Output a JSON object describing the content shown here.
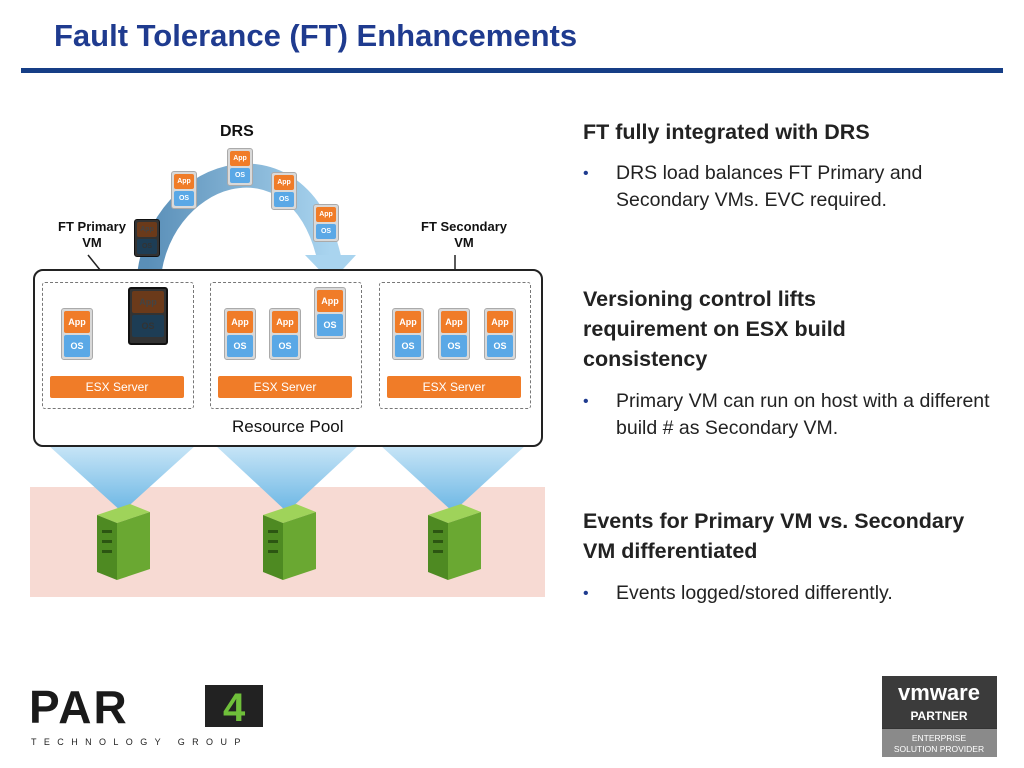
{
  "title": "Fault Tolerance (FT) Enhancements",
  "diagram": {
    "drs_label": "DRS",
    "ft_primary_label": "FT Primary\nVM",
    "ft_secondary_label": "FT Secondary\nVM",
    "resource_pool_label": "Resource Pool",
    "esx_label": "ESX Server",
    "app_label": "App",
    "os_label": "OS"
  },
  "sections": [
    {
      "heading": "FT fully integrated with DRS",
      "bullet": "DRS load balances FT Primary and Secondary VMs. EVC required."
    },
    {
      "heading": "Versioning control lifts requirement on ESX build consistency",
      "bullet": "Primary VM can run on host with a different build # as Secondary VM."
    },
    {
      "heading": "Events for Primary VM vs. Secondary VM differentiated",
      "bullet": "Events logged/stored differently."
    }
  ],
  "logos": {
    "par4_main": "PAR",
    "par4_number": "4",
    "par4_sub": "TECHNOLOGY GROUP",
    "vmware_brand": "vmware",
    "vmware_partner": "PARTNER",
    "vmware_tier": "ENTERPRISE\nSOLUTION PROVIDER"
  },
  "colors": {
    "title": "#1f3b8f",
    "rule": "#163e86",
    "esx_orange": "#f07c28",
    "os_blue": "#5aa8e6",
    "server_green": "#6aa832",
    "pink_band": "#f7dad3"
  }
}
